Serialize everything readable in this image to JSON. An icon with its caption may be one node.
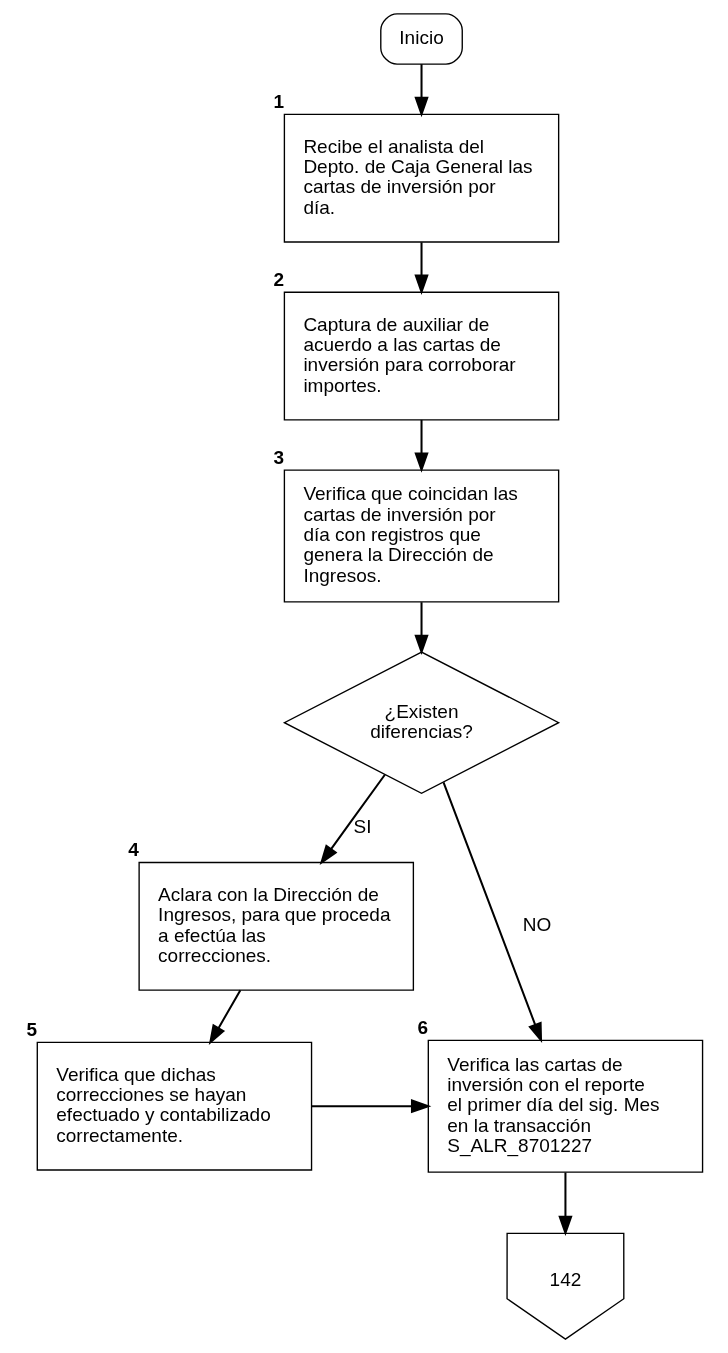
{
  "diagram": {
    "nodes": [
      {
        "text": [
          "Inicio"
        ]
      },
      {
        "text": [
          "Recibe el analista del Depto. de Caja General las cartas de inversión por día."
        ],
        "beside": [
          "1"
        ]
      },
      {
        "text": [
          "Captura de auxiliar de acuerdo a las cartas de inversión para corroborar importes."
        ],
        "beside": [
          "2"
        ]
      },
      {
        "text": [
          "Verifica que coincidan las cartas de inversión por día con registros que genera la Dirección de Ingresos."
        ],
        "beside": [
          "3"
        ]
      },
      {
        "text": [
          "¿Existen diferencias?"
        ]
      },
      {
        "text": [
          "Aclara con la Dirección de Ingresos, para que proceda a efectúa las correcciones."
        ],
        "beside": [
          "4"
        ]
      },
      {
        "text": [
          "Verifica que dichas correcciones se hayan efectuado y contabilizado correctamente."
        ],
        "beside": [
          "5"
        ]
      },
      {
        "text": [
          "Verifica las cartas de inversión con el reporte el primer día del sig. Mes en la transacción S_ALR_8701227"
        ],
        "beside": [
          "6"
        ]
      },
      {
        "text": [
          "142"
        ]
      }
    ],
    "edges": [
      {
        "from": 0,
        "to": 1,
        "arrow": "to"
      },
      {
        "from": 1,
        "to": 2,
        "arrow": "to"
      },
      {
        "from": 2,
        "to": 3,
        "arrow": "to"
      },
      {
        "from": 3,
        "to": 4,
        "arrow": "to"
      },
      {
        "from": 4,
        "to": 5,
        "arrow": "to",
        "label": "SI"
      },
      {
        "from": 4,
        "to": 7,
        "arrow": "to",
        "label": "NO"
      },
      {
        "from": 5,
        "to": 6,
        "arrow": "to"
      },
      {
        "from": 6,
        "to": 7,
        "arrow": "to"
      },
      {
        "from": 7,
        "to": 8,
        "arrow": "to"
      }
    ]
  }
}
